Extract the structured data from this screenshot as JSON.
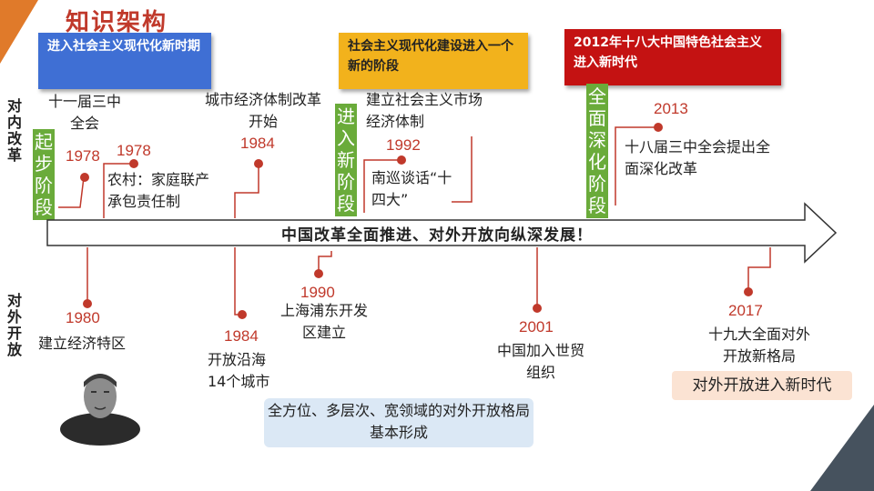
{
  "title": "知识架构",
  "banners": {
    "blue": "进入社会主义现代化新时期",
    "yellow": "社会主义现代化建设进入一个新的阶段",
    "red": "2012年十八大中国特色社会主义进入新时代"
  },
  "side_labels": {
    "top": "对内改革",
    "bottom": "对外开放"
  },
  "stages": {
    "s1": "起步阶段",
    "s2": "进入新阶段",
    "s3": "全面深化阶段"
  },
  "main_arrow": "中国改革全面推进、对外开放向纵深发展！",
  "events_top": {
    "e1978a": {
      "year": "1978",
      "desc": "十一届三中全会"
    },
    "e1978b": {
      "year": "1978",
      "desc": "农村：家庭联产承包责任制"
    },
    "e1984": {
      "year": "1984",
      "desc": "城市经济体制改革开始"
    },
    "e1992a": {
      "desc": "建立社会主义市场经济体制"
    },
    "e1992b": {
      "year": "1992",
      "desc": "南巡谈话“十四大”"
    },
    "e2013": {
      "year": "2013",
      "desc": "十八届三中全会提出全面深化改革"
    }
  },
  "events_bottom": {
    "e1980": {
      "year": "1980",
      "desc": "建立经济特区"
    },
    "e1984": {
      "year": "1984",
      "desc": "开放沿海14个城市"
    },
    "e1990": {
      "year": "1990",
      "desc": "上海浦东开发区建立"
    },
    "e2001": {
      "year": "2001",
      "desc": "中国加入世贸组织"
    },
    "e2017": {
      "year": "2017",
      "desc": "十九大全面对外开放新格局"
    }
  },
  "summary_box": "全方位、多层次、宽领域的对外开放格局基本形成",
  "new_era_box": "对外开放进入新时代",
  "colors": {
    "accent": "#c0392b",
    "stage_green": "#6aab3a",
    "blue": "#3f6fd4",
    "yellow": "#f2b21c",
    "red": "#c41212"
  }
}
